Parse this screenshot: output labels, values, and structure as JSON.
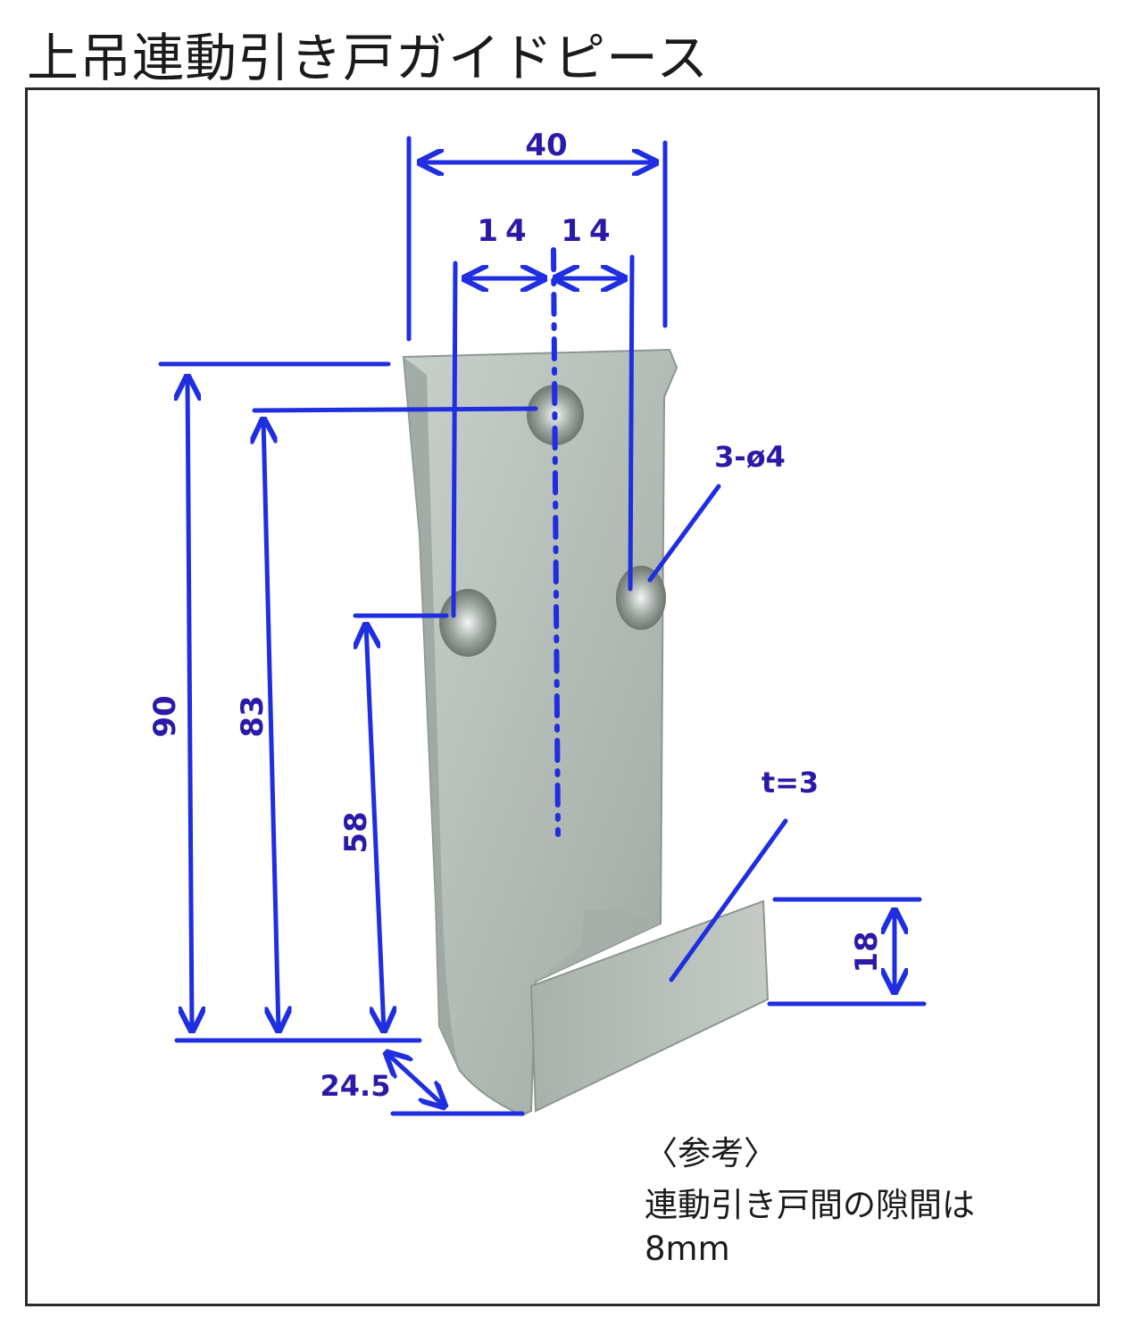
{
  "title": "上吊連動引き戸ガイドピース",
  "dimensions": {
    "width_total": "40",
    "half_left": "14",
    "half_right": "14",
    "holes": "3-ø4",
    "height_total": "90",
    "height_top_hole": "83",
    "height_lower_holes": "58",
    "thickness": "t=3",
    "lip_height": "18",
    "depth": "24.5"
  },
  "note": {
    "heading": "〈参考〉",
    "line1": "連動引き戸間の隙間は",
    "line2": "8mm"
  },
  "colors": {
    "dimension": "#2a1aa8",
    "dimension_line": "#1f2ee0",
    "metal": "#b8c2bd"
  }
}
